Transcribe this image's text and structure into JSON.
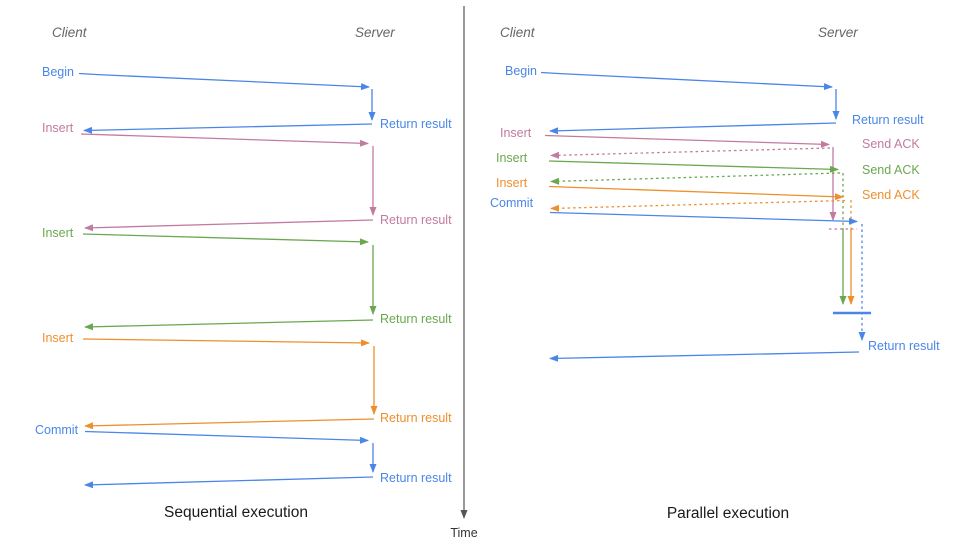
{
  "colors": {
    "blue": "#4a86e8",
    "pink": "#c27ba0",
    "green": "#6aa84f",
    "orange": "#ee8f2d",
    "lane_header_gray": "#666666",
    "time_axis_gray": "#555555",
    "title_black": "#1a1a1a"
  },
  "time_axis": {
    "label": "Time"
  },
  "sequential": {
    "title": "Sequential execution",
    "client": "Client",
    "server": "Server",
    "steps": [
      {
        "request": "Begin",
        "response": "Return result"
      },
      {
        "request": "Insert",
        "response": "Return result"
      },
      {
        "request": "Insert",
        "response": "Return result"
      },
      {
        "request": "Insert",
        "response": "Return result"
      },
      {
        "request": "Commit",
        "response": "Return result"
      }
    ]
  },
  "parallel": {
    "title": "Parallel execution",
    "client": "Client",
    "server": "Server",
    "steps": [
      {
        "request": "Begin",
        "response": "Return result"
      },
      {
        "request": "Insert",
        "response": "Send ACK"
      },
      {
        "request": "Insert",
        "response": "Send ACK"
      },
      {
        "request": "Insert",
        "response": "Send ACK"
      },
      {
        "request": "Commit",
        "response": "Return result"
      }
    ]
  }
}
